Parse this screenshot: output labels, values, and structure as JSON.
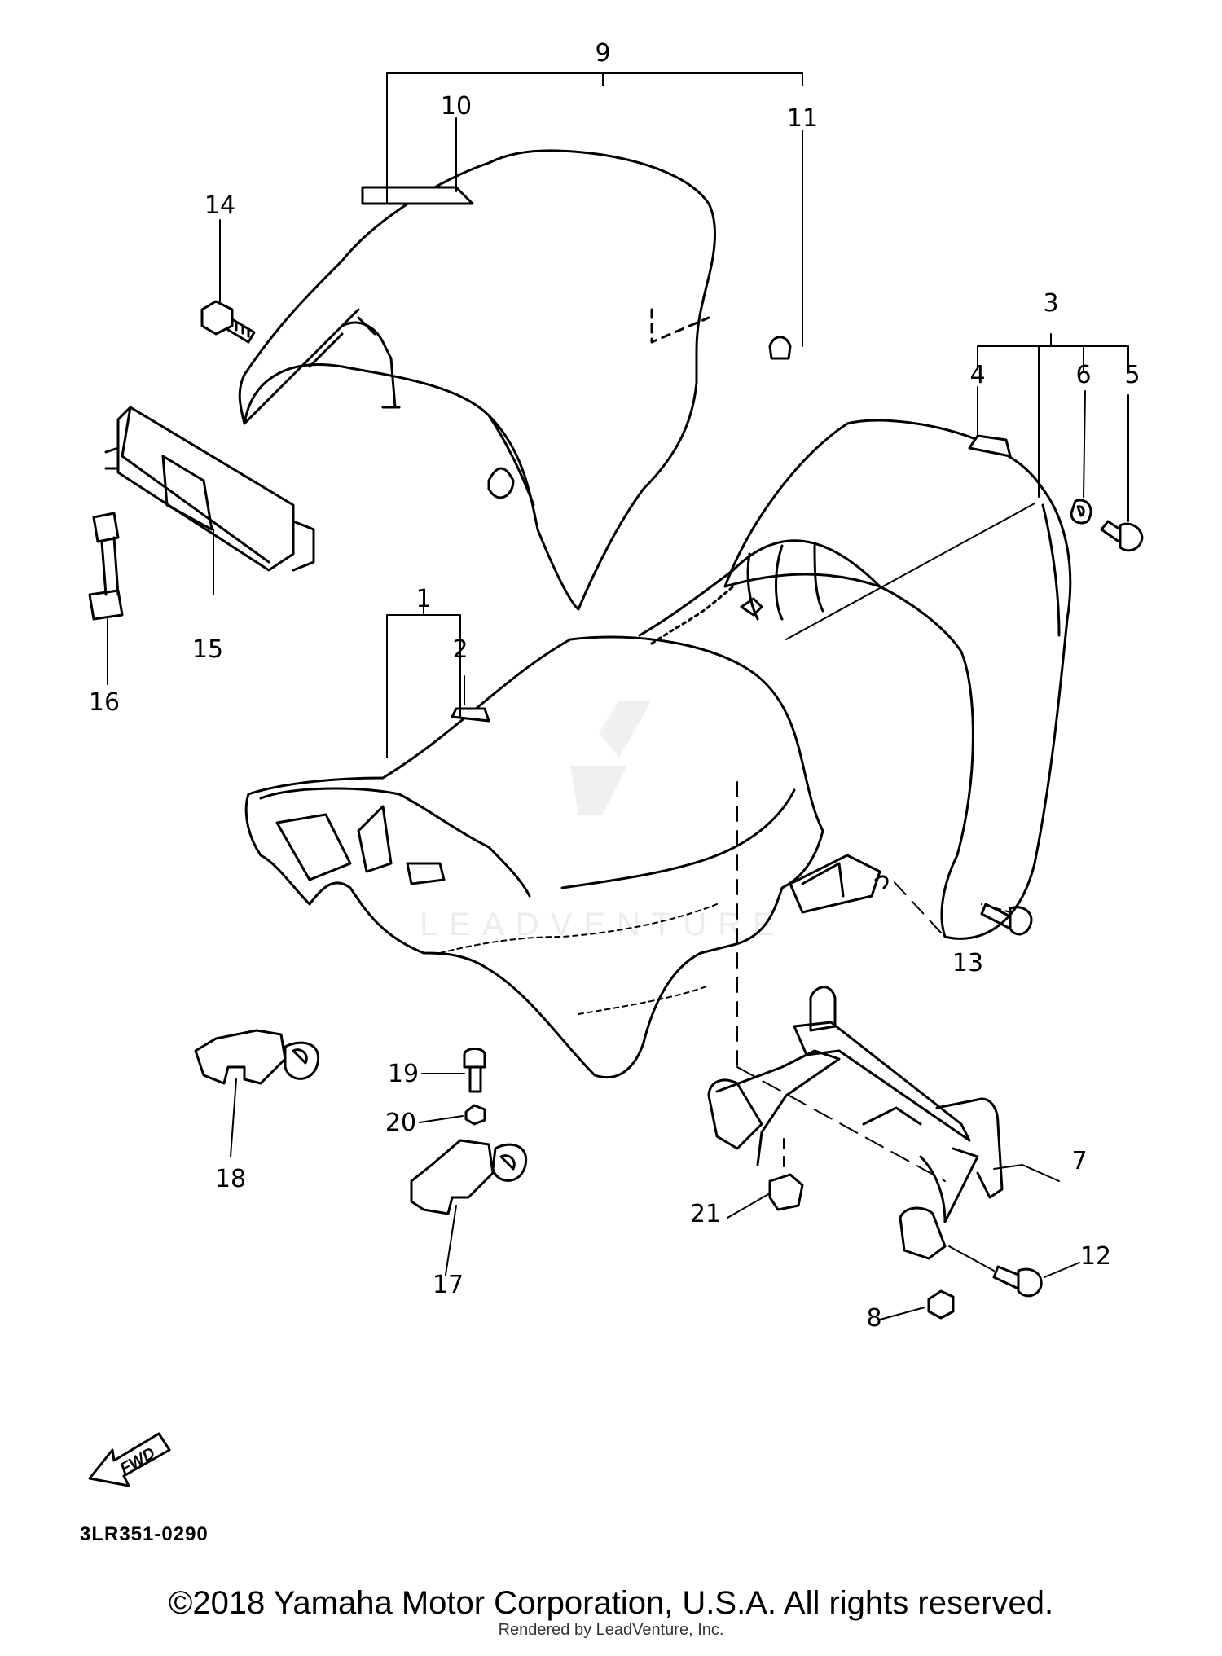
{
  "diagram": {
    "callouts": {
      "c1": "1",
      "c2": "2",
      "c3": "3",
      "c4": "4",
      "c5": "5",
      "c6": "6",
      "c7": "7",
      "c8": "8",
      "c9": "9",
      "c10": "10",
      "c11": "11",
      "c12": "12",
      "c13": "13",
      "c14": "14",
      "c15": "15",
      "c16": "16",
      "c17": "17",
      "c18": "18",
      "c19": "19",
      "c20": "20",
      "c21": "21"
    },
    "fwd_label": "FWD",
    "reference_code": "3LR351-0290",
    "watermark": "LEADVENTURE"
  },
  "footer": {
    "copyright": "©2018 Yamaha Motor Corporation, U.S.A. All rights reserved.",
    "rendered_by": "Rendered by LeadVenture, Inc."
  },
  "colors": {
    "line": "#000000",
    "background": "#ffffff",
    "watermark": "#ececec"
  }
}
